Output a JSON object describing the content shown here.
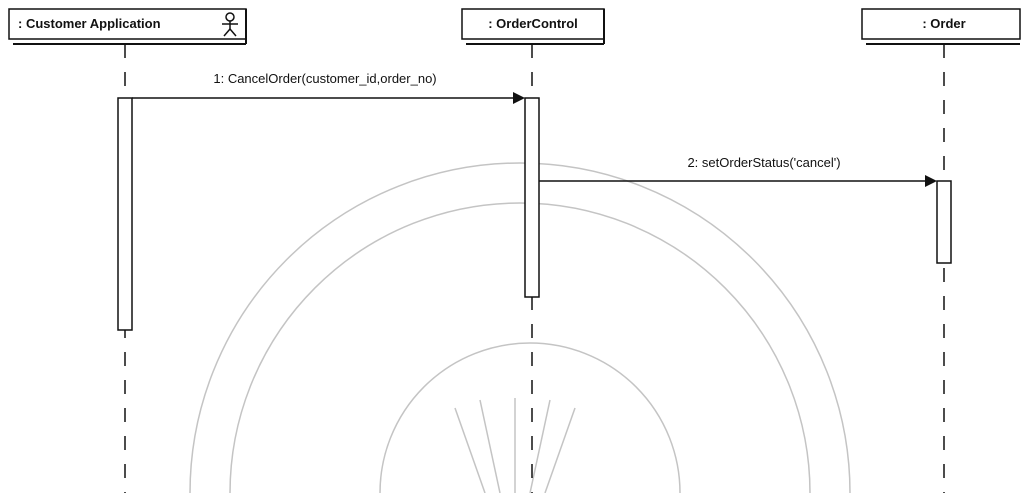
{
  "lifelines": [
    {
      "label": ": Customer Application",
      "actor_icon": "actor-stick-figure-icon"
    },
    {
      "label": ": OrderControl"
    },
    {
      "label": ": Order"
    }
  ],
  "messages": [
    {
      "label": "1: CancelOrder(customer_id,order_no)",
      "from": 0,
      "to": 1
    },
    {
      "label": "2: setOrderStatus('cancel')",
      "from": 1,
      "to": 2
    }
  ],
  "colors": {
    "line": "#111111",
    "watermark": "#bbbbbb",
    "background": "#ffffff"
  }
}
